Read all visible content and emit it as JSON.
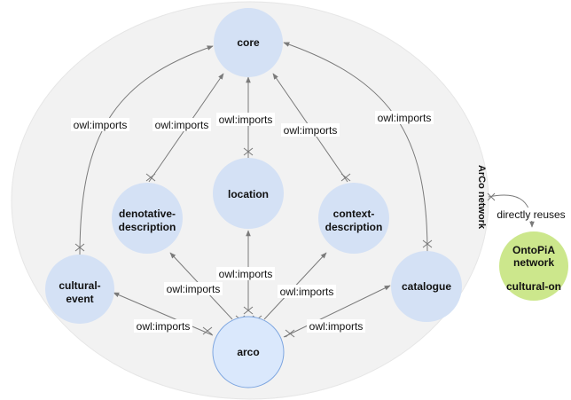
{
  "colors": {
    "group_fill": "#f2f2f2",
    "node_fill": "#d4e1f5",
    "arco_fill": "#dae8fc",
    "arco_stroke": "#7ea6e0",
    "external_fill": "#cce78c",
    "edge": "#7a7a7a",
    "label_bg": "#ffffff"
  },
  "group": {
    "label": "ArCo network"
  },
  "nodes": {
    "core": "core",
    "location": "location",
    "denotative": [
      "denotative-",
      "description"
    ],
    "context": [
      "context-",
      "description"
    ],
    "cultural_event": [
      "cultural-",
      "event"
    ],
    "catalogue": "catalogue",
    "arco": "arco",
    "external": [
      "OntoPiA",
      "network",
      "cultural-on"
    ]
  },
  "edges": {
    "imports": "owl:imports",
    "reuses": "directly reuses"
  }
}
